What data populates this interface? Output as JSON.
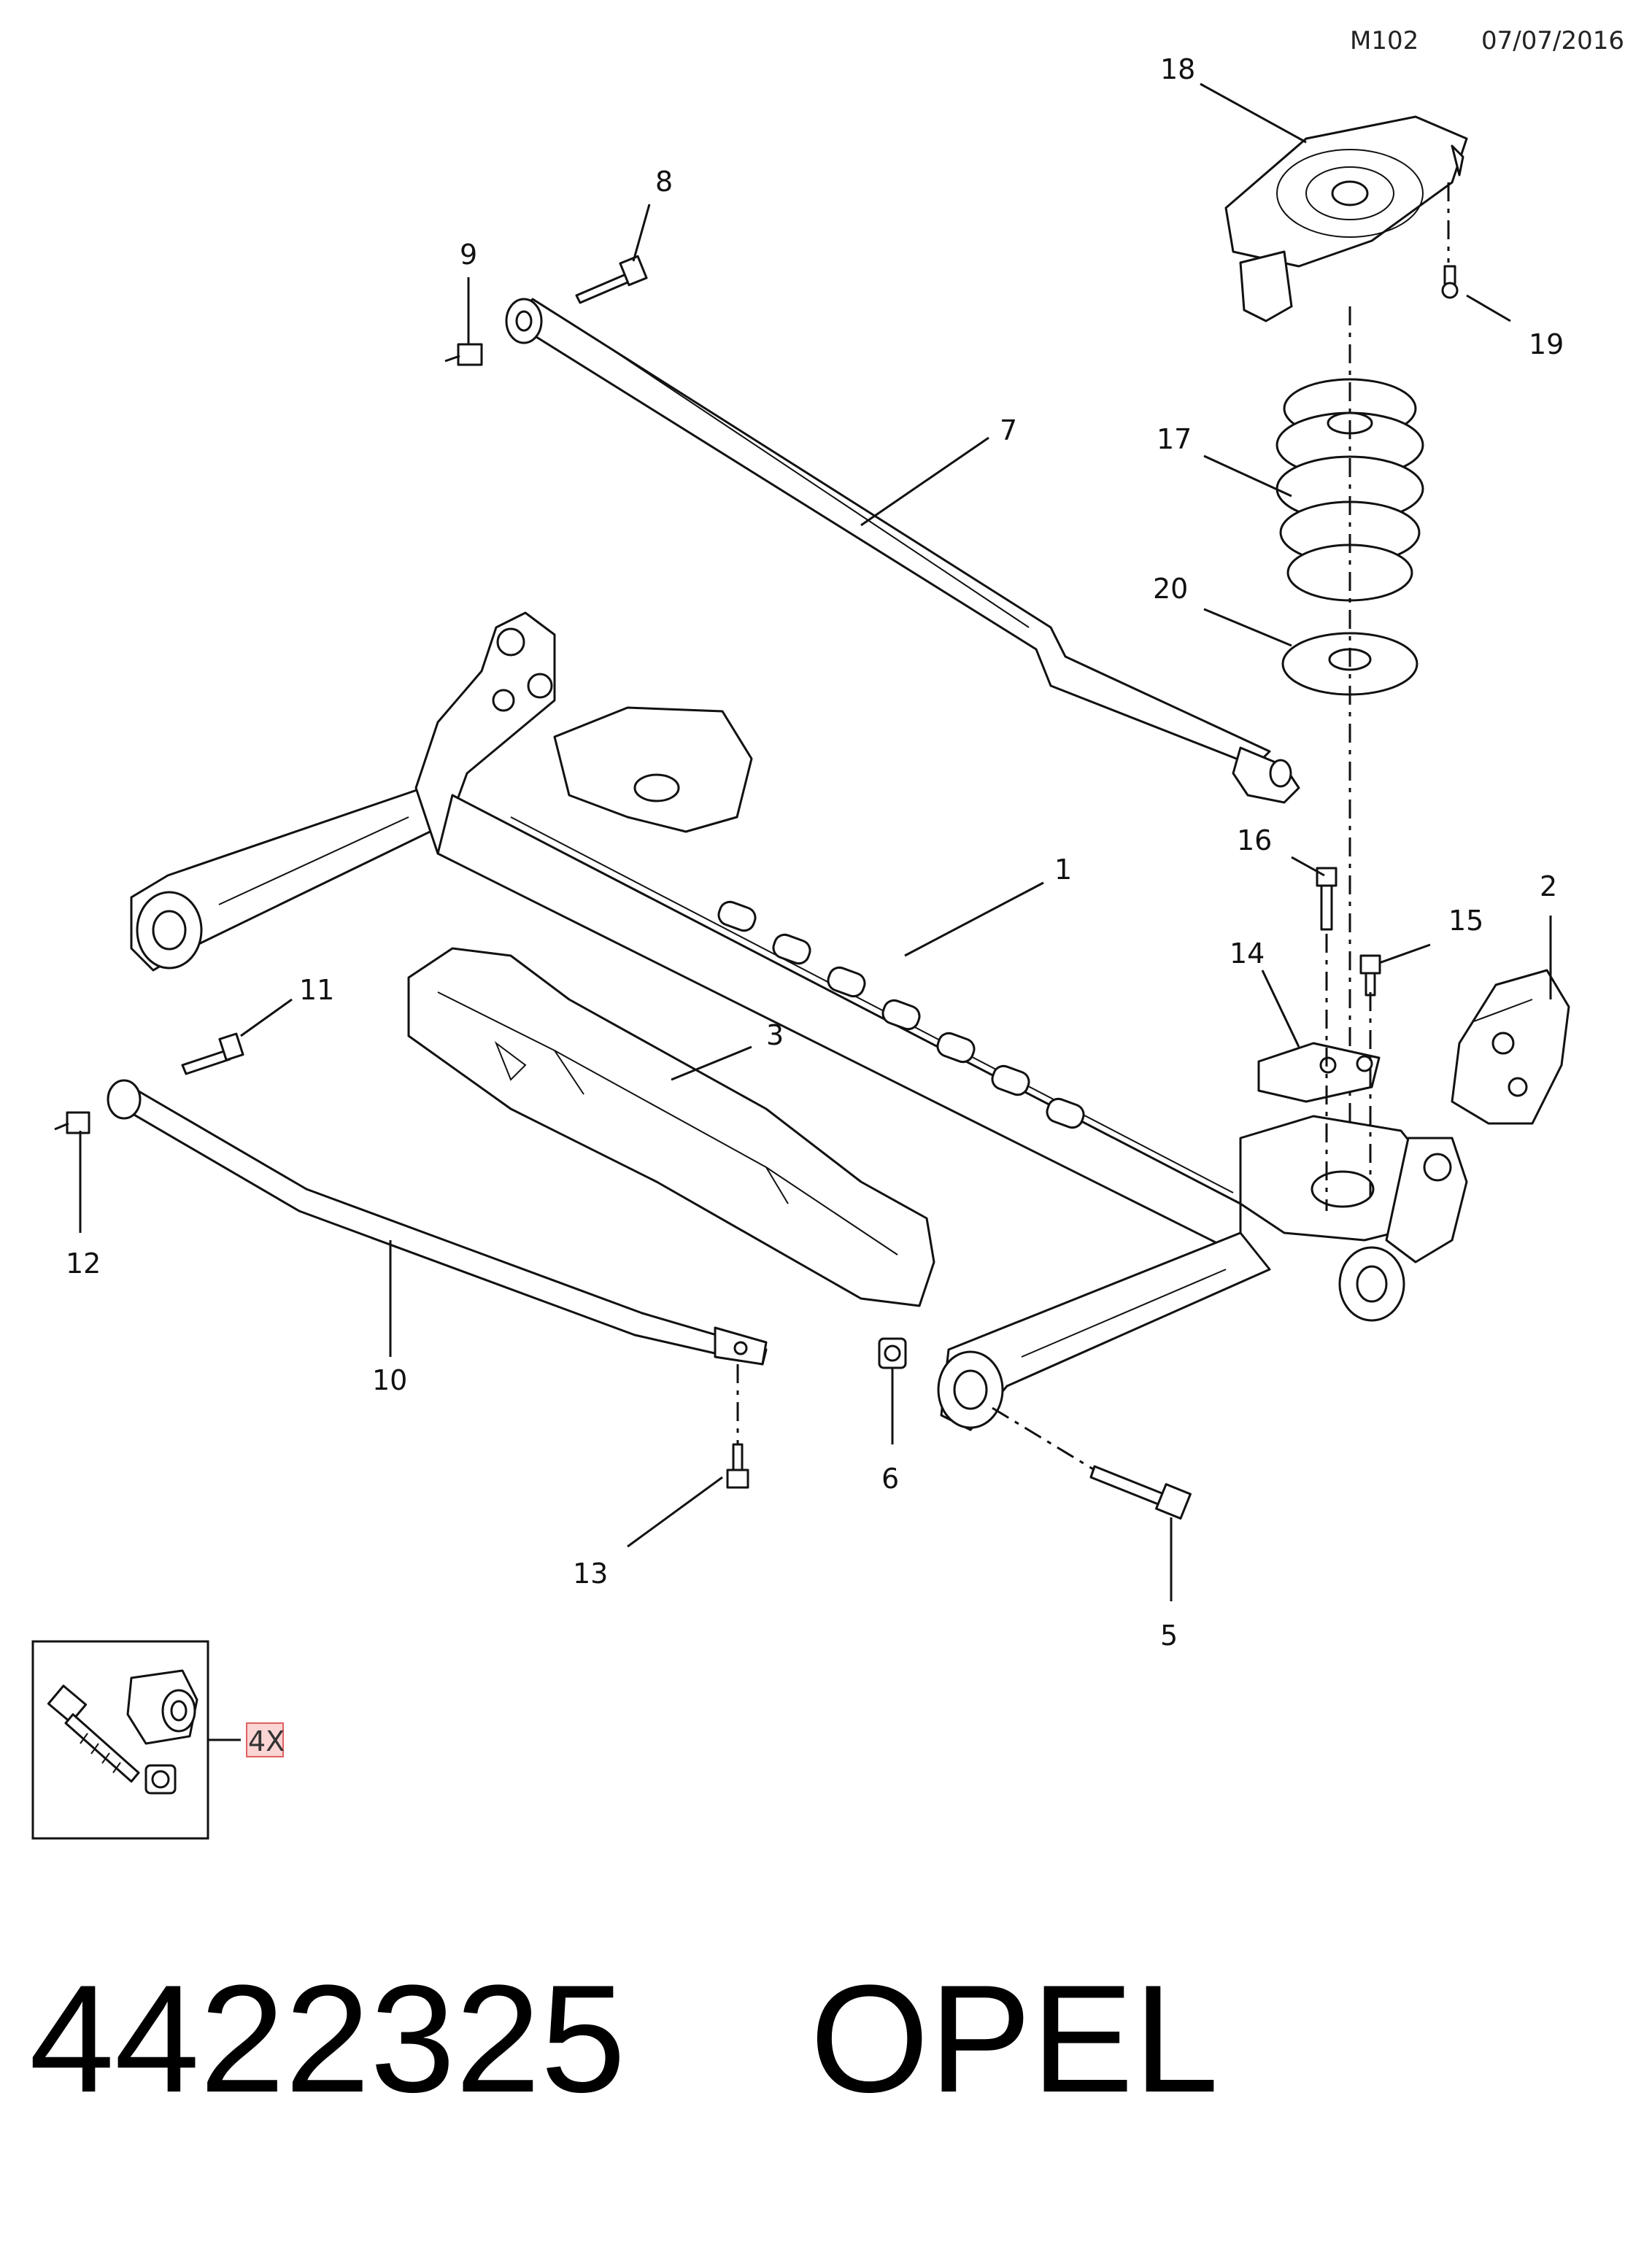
{
  "header": {
    "code": "M102",
    "date": "07/07/2016"
  },
  "callouts": {
    "c1": "1",
    "c2": "2",
    "c3": "3",
    "c5": "5",
    "c6": "6",
    "c7": "7",
    "c8": "8",
    "c9": "9",
    "c10": "10",
    "c11": "11",
    "c12": "12",
    "c13": "13",
    "c14": "14",
    "c15": "15",
    "c16": "16",
    "c17": "17",
    "c18": "18",
    "c19": "19",
    "c20": "20"
  },
  "kit": {
    "quantity": "4X"
  },
  "footer": {
    "part_number": "4422325",
    "brand": "OPEL"
  }
}
